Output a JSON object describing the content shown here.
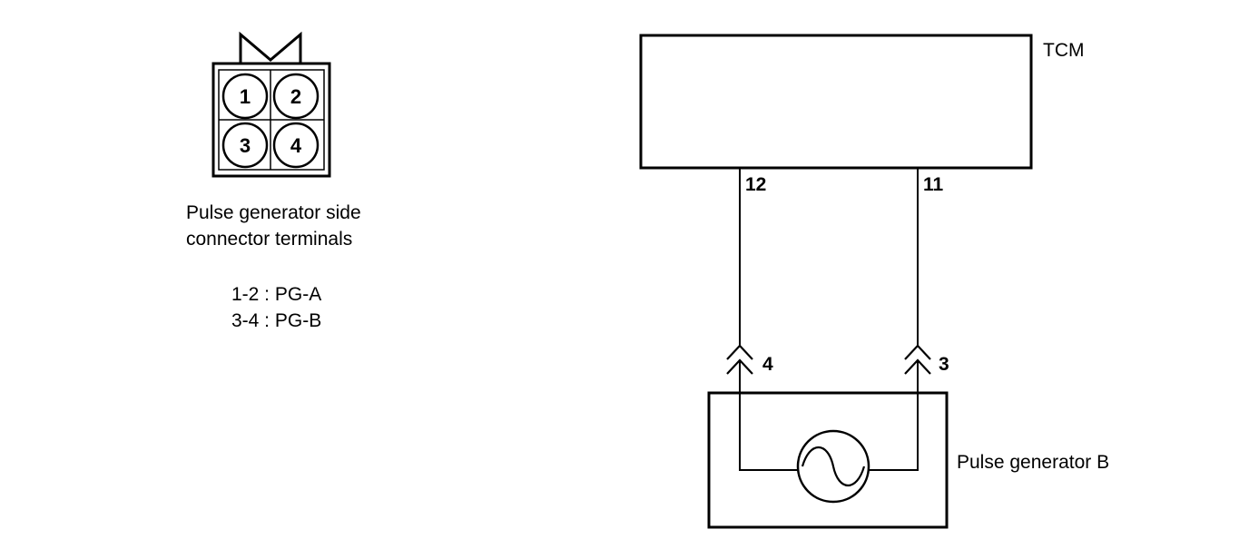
{
  "connector": {
    "terminals": [
      "1",
      "2",
      "3",
      "4"
    ],
    "caption_line1": "Pulse generator side",
    "caption_line2": "connector terminals",
    "pin_map": [
      "1-2 : PG-A",
      "3-4 : PG-B"
    ]
  },
  "circuit": {
    "module_label": "TCM",
    "module_pin_left": "12",
    "module_pin_right": "11",
    "connector_pin_left": "4",
    "connector_pin_right": "3",
    "sensor_label": "Pulse generator B"
  }
}
